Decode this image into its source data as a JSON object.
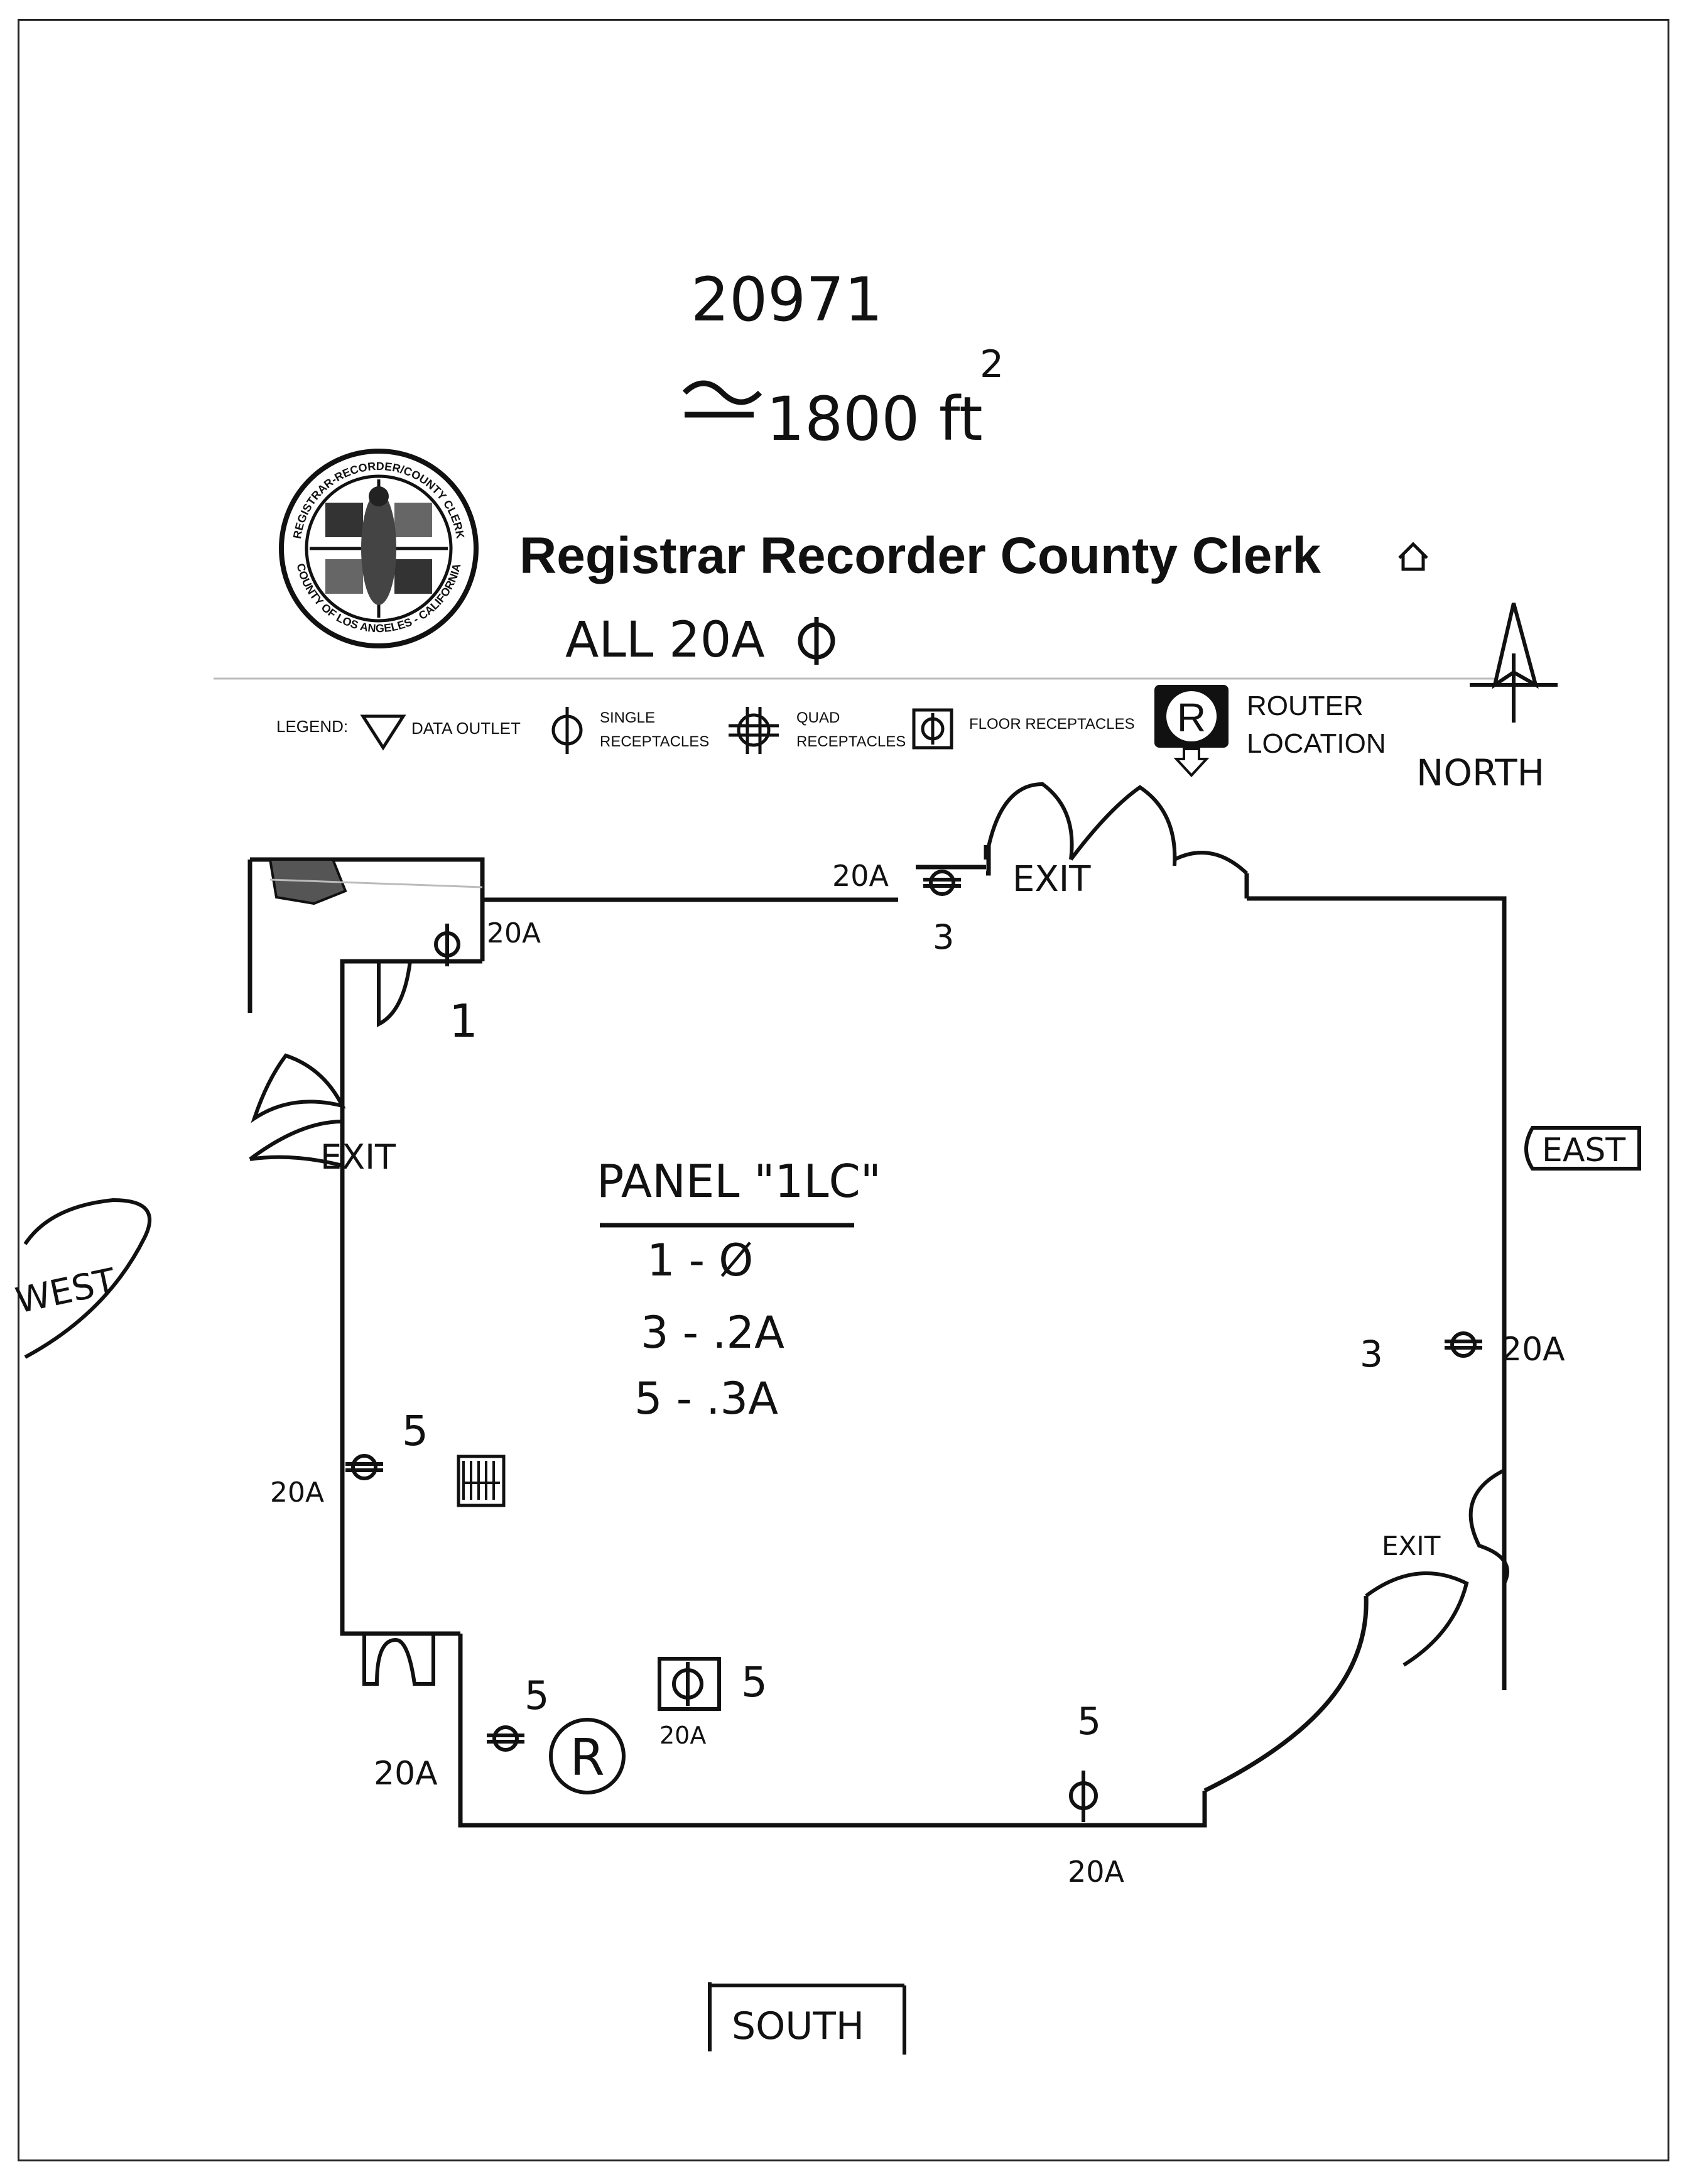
{
  "header": {
    "title": "Registrar Recorder County Clerk",
    "home_icon": "home-icon"
  },
  "seal": {
    "text_top": "REGISTRAR-RECORDER/COUNTY CLERK",
    "text_bottom": "COUNTY OF LOS ANGELES - CALIFORNIA"
  },
  "handwritten": {
    "job_number": "20971",
    "area": "1800 ft",
    "area_superscript": "2",
    "all_circuits": "ALL 20A"
  },
  "legend": {
    "label": "LEGEND:",
    "items": [
      {
        "icon": "data-outlet-icon",
        "label_lines": [
          "DATA OUTLET"
        ]
      },
      {
        "icon": "single-receptacle-icon",
        "label_lines": [
          "SINGLE",
          "RECEPTACLES"
        ]
      },
      {
        "icon": "quad-receptacle-icon",
        "label_lines": [
          "QUAD",
          "RECEPTACLES"
        ]
      },
      {
        "icon": "floor-receptacle-icon",
        "label_lines": [
          "FLOOR RECEPTACLES"
        ]
      },
      {
        "icon": "router-icon",
        "glyph": "R",
        "label_lines": [
          "ROUTER",
          "LOCATION"
        ]
      }
    ]
  },
  "compass": {
    "north": "NORTH",
    "east": "EAST",
    "south": "SOUTH",
    "west": "WEST"
  },
  "panel": {
    "title": "PANEL \"1LC\"",
    "lines": [
      "1 - Ø",
      "3 - .2A",
      "5 - .3A"
    ]
  },
  "exits": [
    "EXIT",
    "EXIT",
    "EXIT"
  ],
  "annotations": {
    "nw_amp": "20A",
    "nw_circuit": "1",
    "n_amp": "20A",
    "n_circuit": "3",
    "e_circuit": "3",
    "e_amp": "20A",
    "w_amp": "20A",
    "w_circuit": "5",
    "sw_amp": "20A",
    "sw_circuit": "5",
    "floor_amp": "20A",
    "floor_circuit": "5",
    "s_circuit": "5",
    "s_amp": "20A"
  }
}
